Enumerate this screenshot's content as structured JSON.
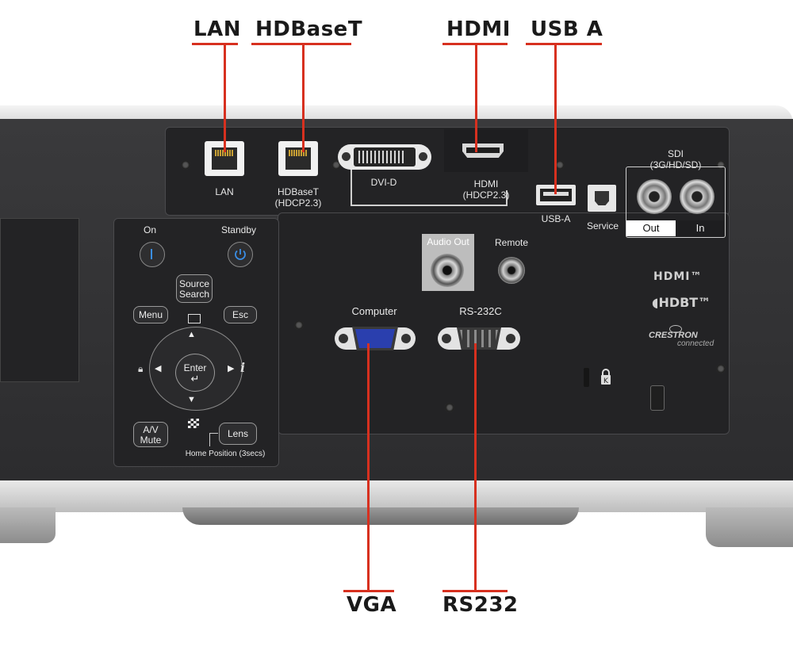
{
  "callouts": {
    "lan": "LAN",
    "hdbaset": "HDBaseT",
    "hdmi": "HDMI",
    "usb_a": "USB A",
    "vga": "VGA",
    "rs232": "RS232"
  },
  "port_labels": {
    "lan": "LAN",
    "hdbaset_1": "HDBaseT",
    "hdbaset_2": "(HDCP2.3)",
    "dvi": "DVI-D",
    "hdmi_1": "HDMI",
    "hdmi_2": "(HDCP2.3)",
    "usb": "USB-A",
    "service": "Service",
    "sdi_1": "SDI",
    "sdi_2": "(3G/HD/SD)",
    "sdi_out": "Out",
    "sdi_in": "In",
    "audio_out": "Audio Out",
    "remote": "Remote",
    "computer": "Computer",
    "rs232c": "RS-232C"
  },
  "control_panel": {
    "on": "On",
    "standby": "Standby",
    "source_search_1": "Source",
    "source_search_2": "Search",
    "menu": "Menu",
    "esc": "Esc",
    "enter": "Enter",
    "av_mute_1": "A/V",
    "av_mute_2": "Mute",
    "lens": "Lens",
    "home_position": "Home Position (3secs)"
  },
  "logos": {
    "hdmi": "HDMI™",
    "hdbt": "HDBT",
    "crestron_1": "CRESTRON",
    "crestron_2": "connected"
  },
  "colors": {
    "callout_line": "#d7301f",
    "panel": "#2c2c2e",
    "standby_blue": "#3a8ee6",
    "vga_blue": "#2a3fae"
  }
}
